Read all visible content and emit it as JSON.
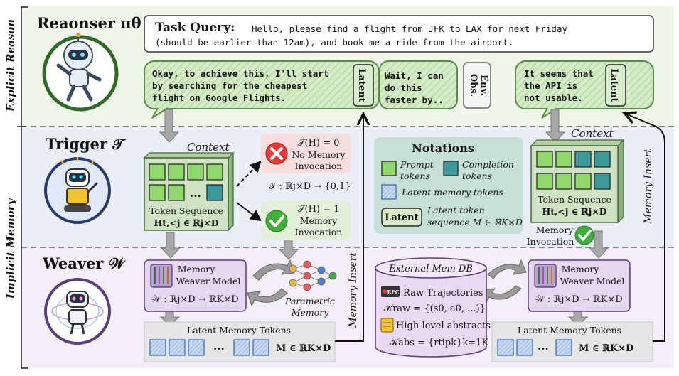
{
  "side_labels": {
    "explicit": "Explicit Reason",
    "implicit": "Implicit Memory"
  },
  "reasoner": {
    "title": "Reaonser πθ"
  },
  "trigger": {
    "title": "Trigger 𝒯"
  },
  "weaver": {
    "title": "Weaver 𝒲"
  },
  "task_query": {
    "label": "Task Query:",
    "line1": "Hello, please find a flight from JFK to LAX for next Friday",
    "line2": "(should be earlier than 12am), and book me a ride from the airport."
  },
  "bubbles": {
    "b1": [
      "Okay, to achieve this, I'll start",
      "by searching for the cheapest",
      "flight on Google Flights."
    ],
    "b2": [
      "Wait, I can",
      "do this",
      "faster by.."
    ],
    "b3": [
      "It seems that",
      "the API is",
      "not usable."
    ],
    "latent": "Latent",
    "env_obs": [
      "Env.",
      "Obs."
    ]
  },
  "context_left": {
    "context_label": "Context",
    "seq_label": "Token Sequence",
    "seq_formula": "Ht,<j ∈ ℝj×D",
    "ellipsis": "..."
  },
  "invocation": {
    "no_formula": "𝒯(H) = 0",
    "no_text": [
      "No Memory",
      "Invocation"
    ],
    "map": "𝒯 : ℝj×D → {0,1}",
    "yes_formula": "𝒯(H) = 1",
    "yes_text": [
      "Memory",
      "Invocation"
    ]
  },
  "notations": {
    "title": "Notations",
    "prompt": [
      "Prompt",
      "tokens"
    ],
    "completion": [
      "Completion",
      "tokens"
    ],
    "latent_tokens": "Latent memory tokens",
    "latent_box": "Latent",
    "latent_seq": [
      "Latent token",
      "sequence M ∈ ℝK×D"
    ]
  },
  "context_right": {
    "context_label": "Context",
    "seq_label": "Token Sequence",
    "seq_formula": "Ht,<j ∈ ℝj×D",
    "invocation": [
      "Memory",
      "Invocation"
    ]
  },
  "weaver_model": {
    "name": [
      "Memory",
      "Weaver Model"
    ],
    "map": "𝒲 : ℝj×D → ℝK×D"
  },
  "parametric": [
    "Parametric",
    "Memory"
  ],
  "memory_insert": "Memory Insert",
  "latent_memory": {
    "title": "Latent Memory Tokens",
    "formula": "M ∈ ℝK×D",
    "dots": "···"
  },
  "ext_db": {
    "title": "External Mem DB",
    "raw": "Raw Trajectories",
    "raw_formula": "𝒦raw = {(s0, a0, ...)}",
    "abs": "High-level abstracts",
    "abs_formula": "𝒦abs = {rtipk}k=1K",
    "rec": "REC"
  },
  "colors": {
    "explicit_bg": "#eef6e8",
    "trigger_bg": "#e9eef8",
    "weaver_bg": "#f3eef8",
    "bubble_fill": "#cfe8bf",
    "bubble_stroke": "#5c8a4a",
    "prompt_token": "#8fd86a",
    "completion_token": "#3a9a9a",
    "latent_token": "#a9c7ef",
    "db_fill": "#e9d9f1",
    "weaver_fill": "#e4d7ef",
    "no_bg": "#f6dede",
    "yes_bg": "#e2f0da"
  }
}
